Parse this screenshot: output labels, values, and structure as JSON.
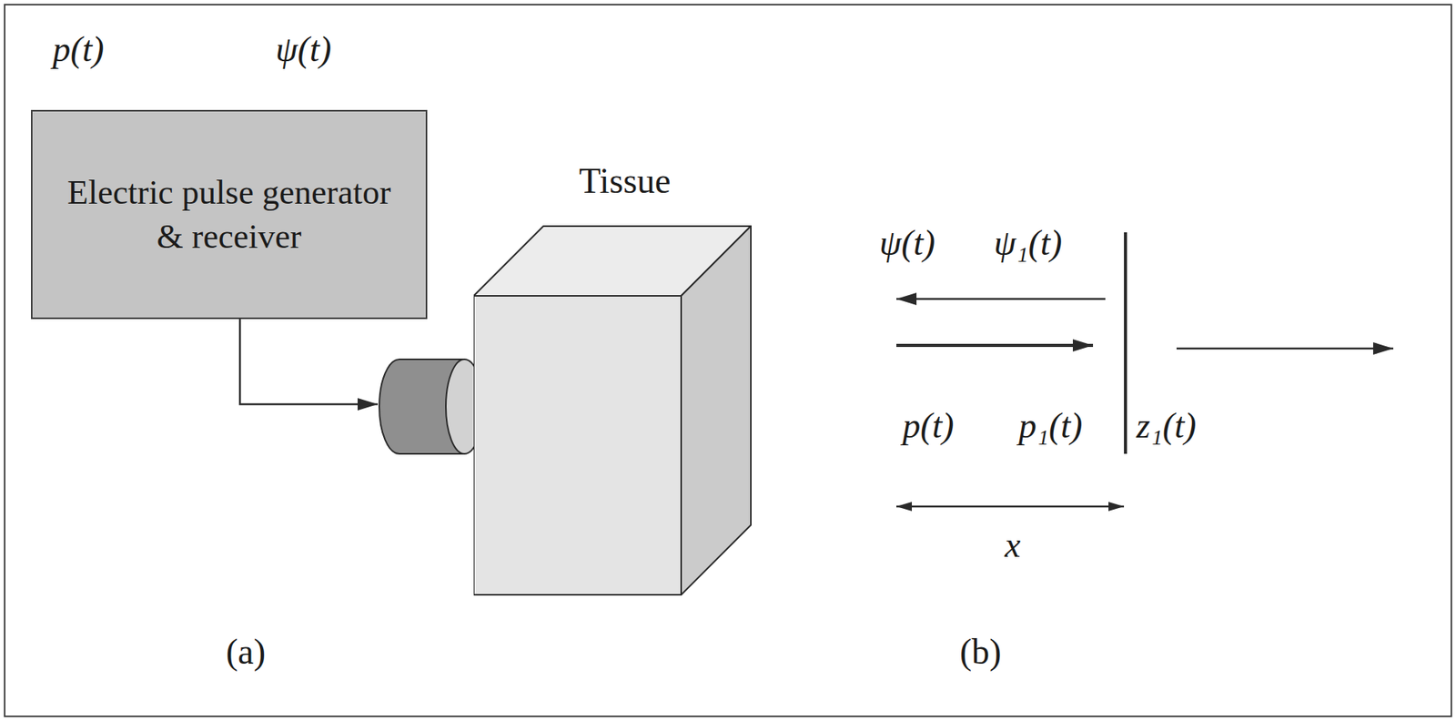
{
  "diagram": {
    "nodes": [
      {
        "text": [
          "Electric pulse generator & receiver"
        ]
      },
      {
        "text": [
          "Tissue"
        ]
      }
    ],
    "labels": [
      "p(t)",
      "ψ(t)",
      "(a)",
      "ψ(t)",
      "ψ₁(t)",
      "p(t)",
      "p₁(t)",
      "z₁(t)",
      "x",
      "(b)"
    ]
  }
}
